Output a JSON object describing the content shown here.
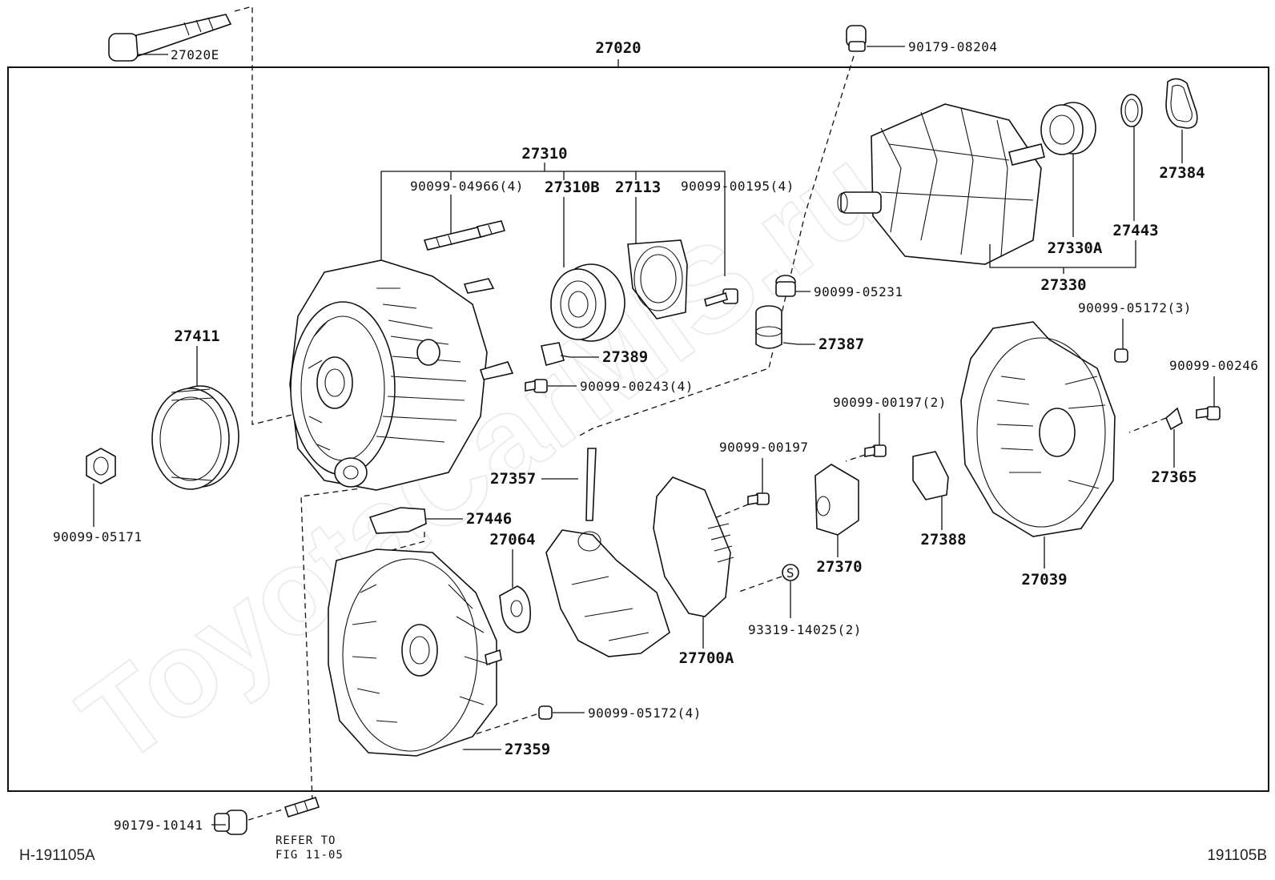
{
  "watermark": "ToyotaCarMIS.ru",
  "footer": {
    "left_code": "H-191105A",
    "right_code": "191105B"
  },
  "frame_label": "27020",
  "refer_note": {
    "line1": "REFER TO",
    "line2": "FIG 11-05"
  },
  "parts": {
    "p27020E": "27020E",
    "p27310": "27310",
    "p90099_04966": "90099-04966(4)",
    "p27310B": "27310B",
    "p27113": "27113",
    "p90099_00195": "90099-00195(4)",
    "p90179_08204": "90179-08204",
    "p27384": "27384",
    "p27443": "27443",
    "p27330A": "27330A",
    "p27330": "27330",
    "p90099_05231": "90099-05231",
    "p27411": "27411",
    "p27389": "27389",
    "p27387": "27387",
    "p90099_00243": "90099-00243(4)",
    "p90099_05172_3": "90099-05172(3)",
    "p90099_00246": "90099-00246",
    "p90099_00197_2": "90099-00197(2)",
    "p90099_00197": "90099-00197",
    "p27357": "27357",
    "p90099_05171": "90099-05171",
    "p27446": "27446",
    "p27064": "27064",
    "p27370": "27370",
    "p27388": "27388",
    "p27365": "27365",
    "p27039": "27039",
    "p93319_14025": "93319-14025(2)",
    "p27700A": "27700A",
    "p90099_05172_4": "90099-05172(4)",
    "p27359": "27359",
    "p90179_10141": "90179-10141",
    "s_marker": "S"
  }
}
